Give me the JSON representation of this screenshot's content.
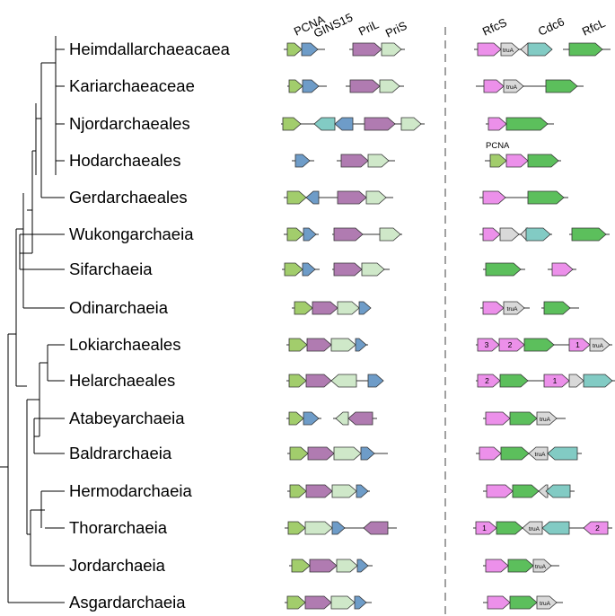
{
  "colors": {
    "pcna": "#a2cd6c",
    "gins15": "#6e9cc8",
    "pril": "#b07bb1",
    "pris": "#cfe8c9",
    "rfcs": "#ec90ea",
    "trua": "#d9d9d9",
    "cdc6": "#82cbc4",
    "rfcl": "#5cbf5c",
    "backbone": "#777777",
    "divider": "#888888",
    "outline": "#333333"
  },
  "headers": {
    "left": [
      "PCNA",
      "GINS15",
      "PriL",
      "PriS"
    ],
    "right": [
      "RfcS",
      "Cdc6",
      "RfcL"
    ]
  },
  "taxa": [
    "Heimdallarchaeacaea",
    "Kariarchaeaceae",
    "Njordarchaeales",
    "Hodarchaeales",
    "Gerdarchaeales",
    "Wukongarchaeia",
    "Sifarchaeia",
    "Odinarchaeia",
    "Lokiarchaeales",
    "Helarchaeales",
    "Atabeyarchaeia",
    "Baldrarchaeia",
    "Hermodarchaeia",
    "Thorarchaeia",
    "Jordarchaeia",
    "Asgardarchaeia"
  ],
  "gene_labels": {
    "trua": "truA",
    "pcna_inline": "PCNA",
    "n1": "1",
    "n2": "2",
    "n3": "3"
  }
}
